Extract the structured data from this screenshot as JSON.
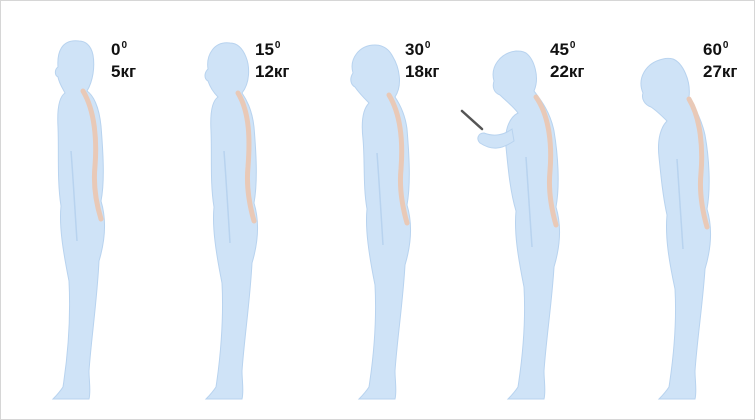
{
  "title": "",
  "colors": {
    "body_fill": "#cfe3f7",
    "body_stroke": "#b8d3ef",
    "spine": "#e9c9b7",
    "text": "#111111",
    "phone": "#555555"
  },
  "postures": [
    {
      "angle": "0",
      "degree_symbol": "0",
      "load": "5кг"
    },
    {
      "angle": "15",
      "degree_symbol": "0",
      "load": "12кг"
    },
    {
      "angle": "30",
      "degree_symbol": "0",
      "load": "18кг"
    },
    {
      "angle": "45",
      "degree_symbol": "0",
      "load": "22кг"
    },
    {
      "angle": "60",
      "degree_symbol": "0",
      "load": "27кг"
    }
  ],
  "icons": [
    "human-figure-icon",
    "spine-icon",
    "smartphone-icon"
  ]
}
